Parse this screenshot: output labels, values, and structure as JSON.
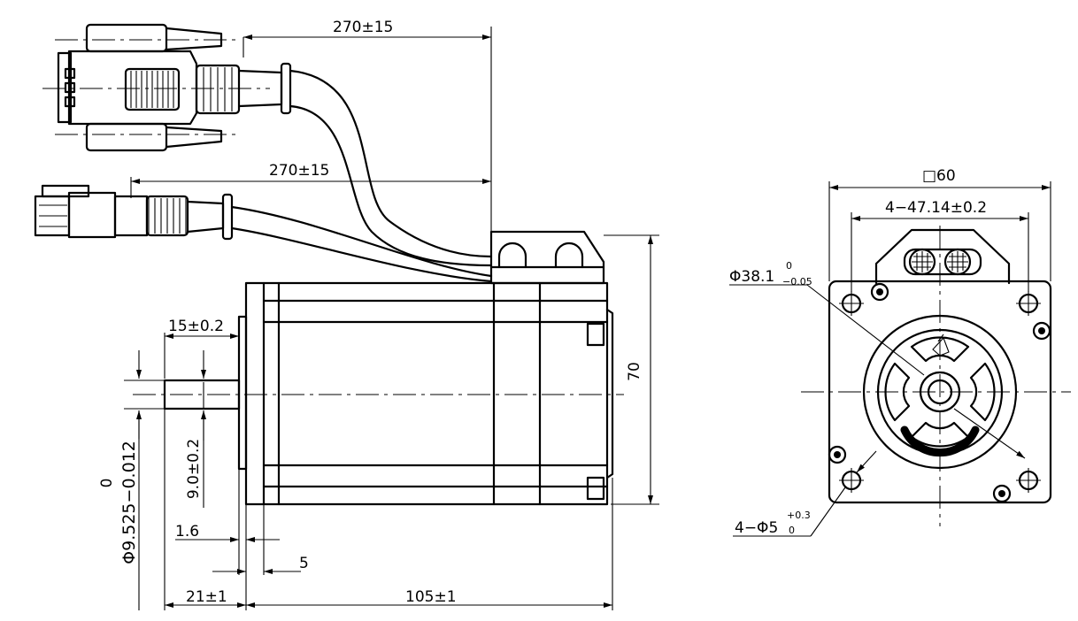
{
  "dimensions": {
    "cable_length_encoder": "270±15",
    "cable_length_power": "270±15",
    "height": "70",
    "key_length": "15±0.2",
    "key_depth": "9.0±0.2",
    "shaft_dia_upper": "0",
    "shaft_dia": "Φ9.525−0.012",
    "flange_thickness": "1.6",
    "step": "5",
    "shaft_length": "21±1",
    "body_length": "105±1",
    "flange_square": "□60",
    "hole_spacing": "4−47.14±0.2",
    "pilot_dia": "Φ38.1",
    "pilot_tol_upper": "0",
    "pilot_tol_lower": "−0.05",
    "hole_dia": "4−Φ5",
    "hole_tol_upper": "+0.3",
    "hole_tol_lower": "0"
  }
}
